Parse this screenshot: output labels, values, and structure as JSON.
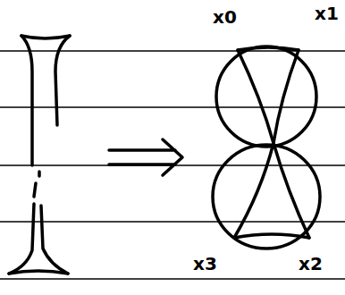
{
  "diagram": {
    "labels": [
      "x0",
      "x1",
      "x2",
      "x3"
    ]
  }
}
